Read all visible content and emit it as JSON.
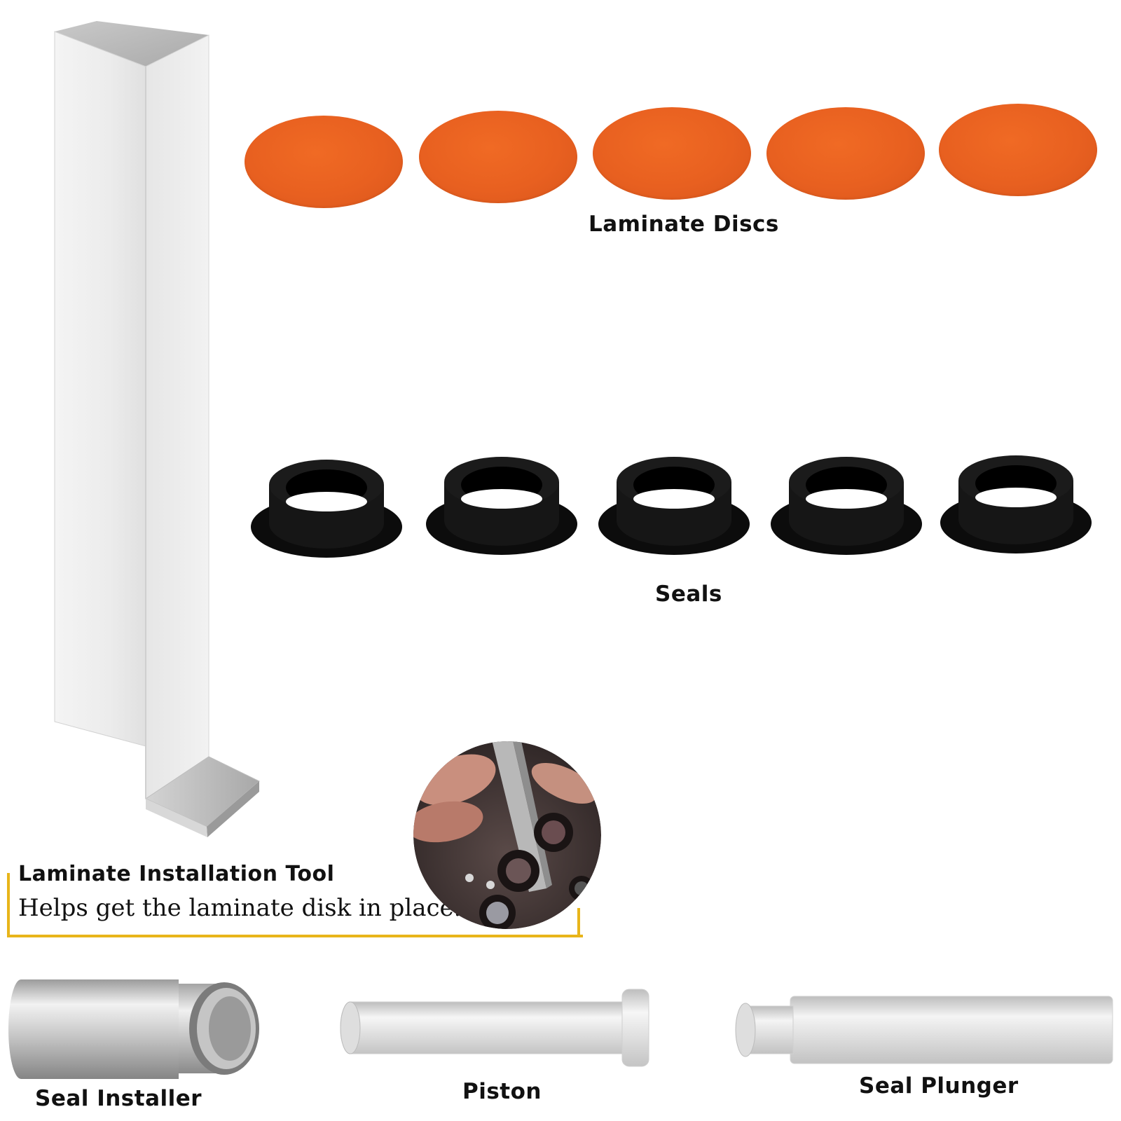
{
  "parts": {
    "discs_label": "Laminate Discs",
    "seals_label": "Seals",
    "tool_label": "Laminate Installation Tool",
    "tool_description": "Helps get the laminate disk in place.",
    "seal_installer_label": "Seal Installer",
    "piston_label": "Piston",
    "seal_plunger_label": "Seal Plunger"
  },
  "counts": {
    "discs": 5,
    "seals": 5
  },
  "colors": {
    "disc_orange": "#e86020",
    "seal_black": "#0d0d0d",
    "callout_gold": "#e8b51a",
    "metal_silver": "#c8c8c8"
  },
  "icons": [
    "l-bar-tool-icon",
    "disc-icon",
    "seal-ring-icon",
    "cylinder-icon"
  ]
}
